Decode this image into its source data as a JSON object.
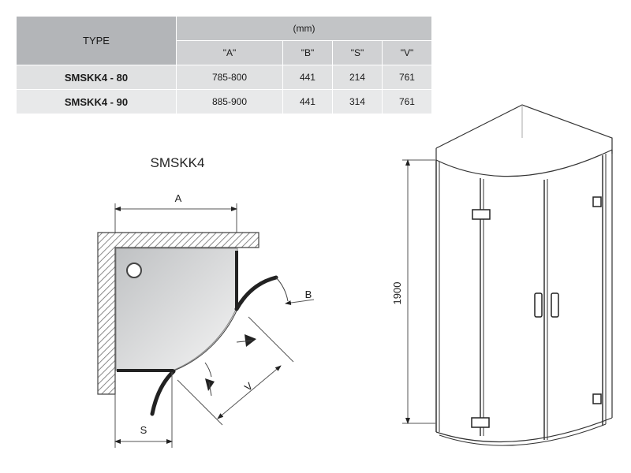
{
  "table": {
    "type_header": "TYPE",
    "unit_header": "(mm)",
    "columns": [
      "\"A\"",
      "\"B\"",
      "\"S\"",
      "\"V\""
    ],
    "rows": [
      {
        "name": "SMSKK4 - 80",
        "values": [
          "785-800",
          "441",
          "214",
          "761"
        ]
      },
      {
        "name": "SMSKK4 - 90",
        "values": [
          "885-900",
          "441",
          "314",
          "761"
        ]
      }
    ]
  },
  "plan": {
    "title": "SMSKK4",
    "label_a": "A",
    "label_b": "B",
    "label_s": "S",
    "label_v": "V"
  },
  "elevation": {
    "height_label": "1900"
  }
}
